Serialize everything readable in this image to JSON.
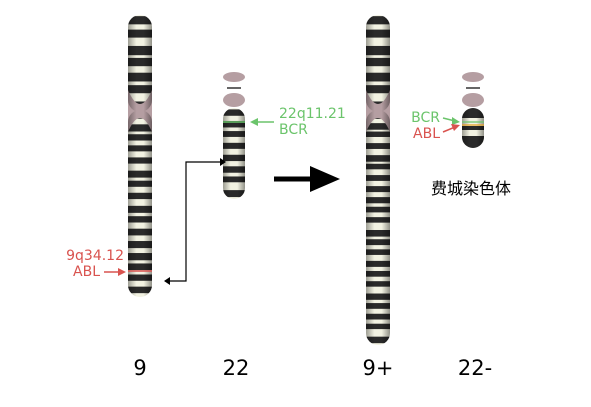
{
  "chromosomes": {
    "chr9": {
      "label": "9"
    },
    "chr22": {
      "label": "22"
    },
    "chr9_plus": {
      "label": "9+"
    },
    "chr22_minus": {
      "label": "22-"
    }
  },
  "annotations": {
    "chr9_locus": "9q34.12",
    "chr9_gene": "ABL",
    "chr22_locus": "22q11.21",
    "chr22_gene": "BCR",
    "product_gene_bcr": "BCR",
    "product_gene_abl": "ABL"
  },
  "philadelphia_label": "费城染色体",
  "colors": {
    "dark_band": "#2a2a2a",
    "light_band": "#f2f2e2",
    "centromere": "#b59ea2",
    "bcr": "#6bc46b",
    "abl": "#d9534f",
    "fusion": "#e6a020"
  },
  "icons": {
    "translocation_arrow": "big-right-arrow-icon",
    "swap_connector": "swap-connector-icon"
  }
}
